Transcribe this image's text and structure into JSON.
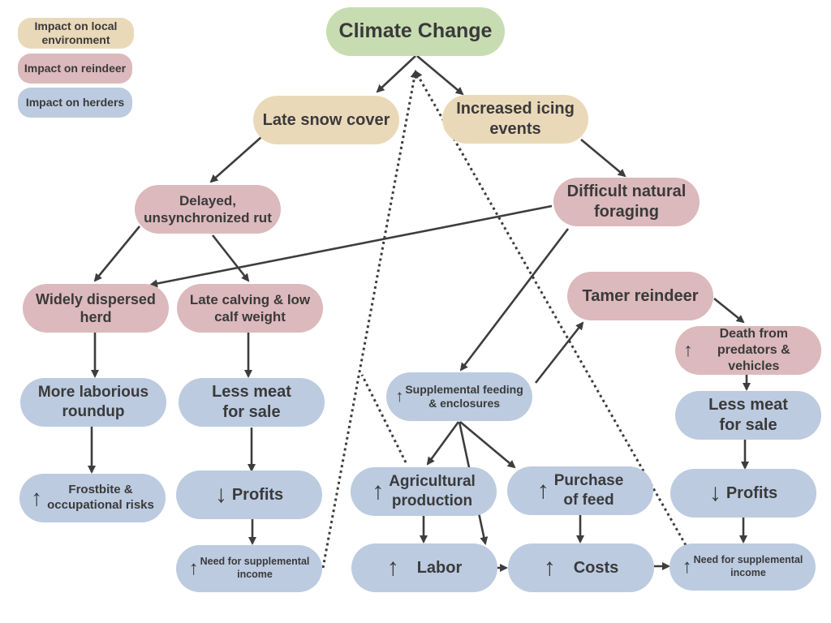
{
  "legend": {
    "environment": "Impact on local environment",
    "reindeer": "Impact on reindeer",
    "herders": "Impact on herders"
  },
  "nodes": {
    "climate_change": "Climate Change",
    "late_snow": "Late snow cover",
    "icing": "Increased icing\nevents",
    "delayed_rut": "Delayed,\nunsynchronized rut",
    "difficult_foraging": "Difficult natural\nforaging",
    "dispersed_herd": "Widely dispersed\nherd",
    "late_calving": "Late calving & low\ncalf weight",
    "tamer_reindeer": "Tamer reindeer",
    "death_predators": "Death from\npredators & vehicles",
    "laborious_roundup": "More laborious\nroundup",
    "less_meat_1": "Less meat\nfor sale",
    "supplemental_feeding": "Supplemental feeding\n& enclosures",
    "less_meat_2": "Less meat\nfor sale",
    "frostbite": "Frostbite &\noccupational risks",
    "profits_1": "Profits",
    "agri_production": "Agricultural\nproduction",
    "purchase_feed": "Purchase\nof feed",
    "profits_2": "Profits",
    "need_income_1": "Need for supplemental\nincome",
    "labor": "Labor",
    "costs": "Costs",
    "need_income_2": "Need for supplemental\nincome"
  },
  "symbols": {
    "up": "↑",
    "down": "↓"
  },
  "colors": {
    "environment": "#ead9b9",
    "reindeer": "#dcb9bc",
    "herders": "#bccbe0",
    "climate": "#c8dcb2",
    "arrow": "#3d3d3d"
  }
}
